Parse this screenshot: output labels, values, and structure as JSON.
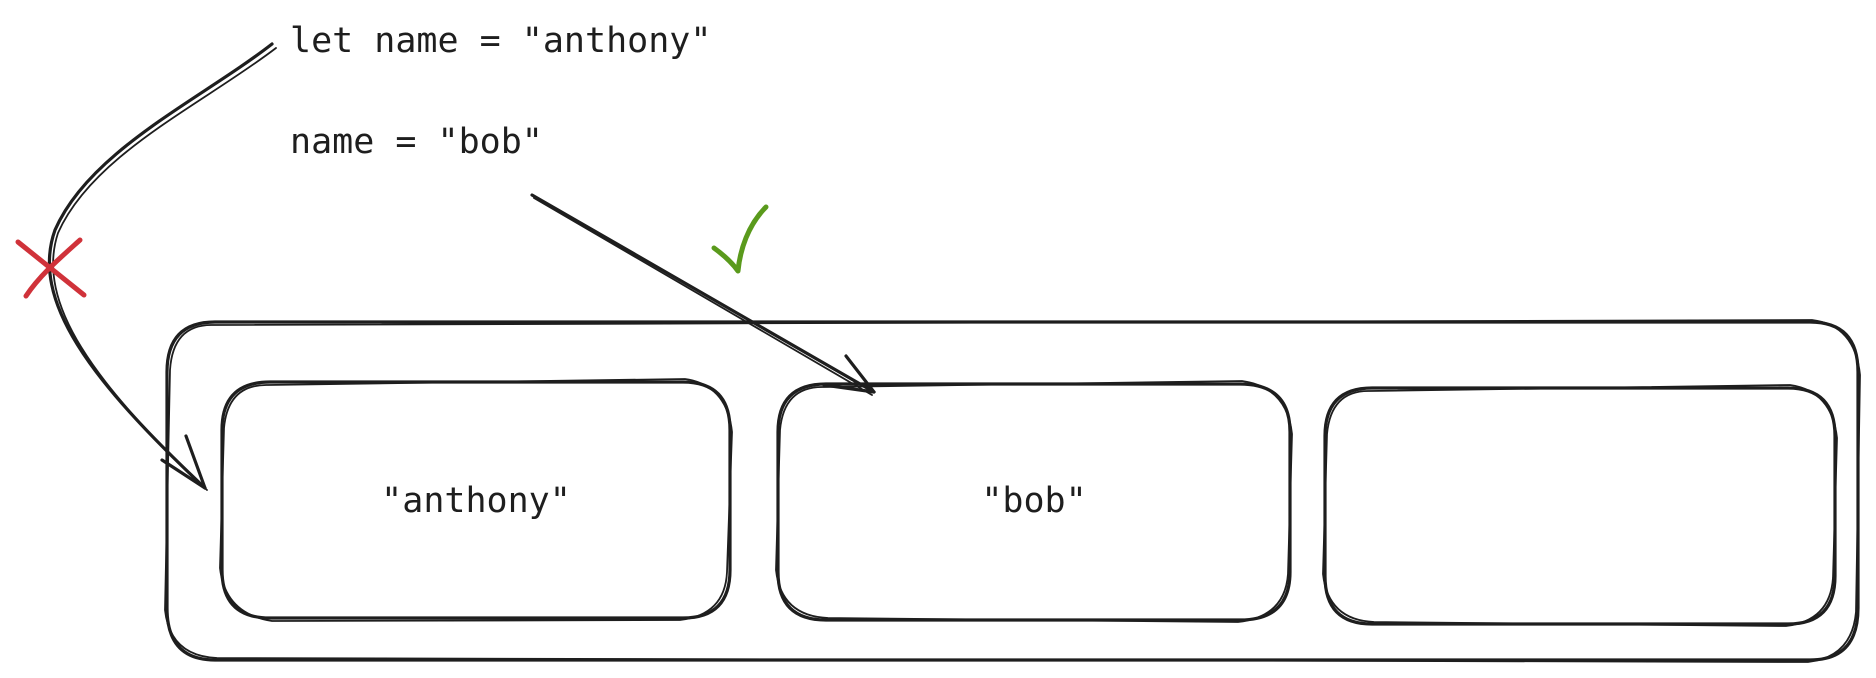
{
  "code": {
    "line1": "let name = \"anthony\"",
    "line2": "name = \"bob\""
  },
  "memory": {
    "slots": [
      {
        "label": "\"anthony\""
      },
      {
        "label": "\"bob\""
      },
      {
        "label": ""
      }
    ]
  },
  "marks": {
    "rejected_icon": "cross-icon",
    "accepted_icon": "checkmark-icon",
    "rejected_color": "#d0323a",
    "accepted_color": "#5a9a1c",
    "stroke_color": "#1e1e1e"
  }
}
